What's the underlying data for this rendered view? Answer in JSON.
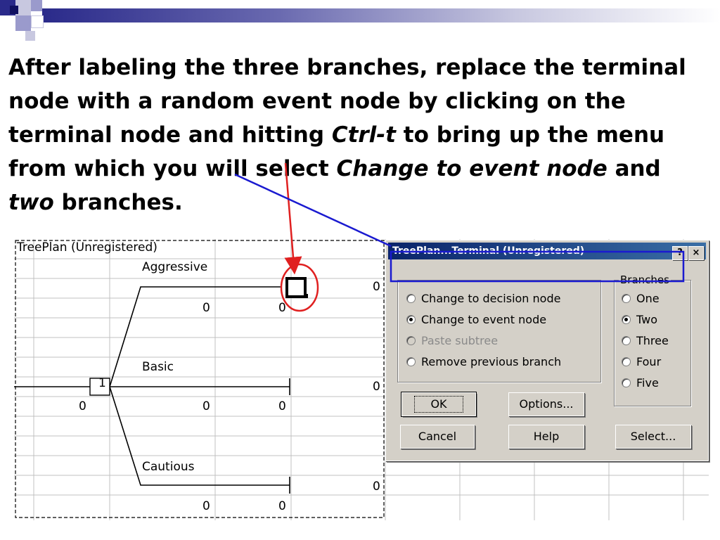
{
  "instruction": {
    "part1": "After labeling the three branches, replace the terminal node with a random event node by clicking on the terminal node and hitting ",
    "ctrl_t": "Ctrl-t",
    "part2": " to bring up the menu from which you will select ",
    "change_to_event": "Change to event node",
    "and": " and ",
    "two": "two",
    "part3": " branches."
  },
  "sheet": {
    "title": "TreePlan (Unregistered)",
    "decision_node_label": "1",
    "root_value": "0",
    "branches": [
      {
        "name": "Aggressive",
        "cost": "0",
        "value": "0",
        "payoff": "0"
      },
      {
        "name": "Basic",
        "cost": "0",
        "value": "0",
        "payoff": "0"
      },
      {
        "name": "Cautious",
        "cost": "0",
        "value": "0",
        "payoff": "0"
      }
    ]
  },
  "dialog": {
    "title": "TreePlan...Terminal  (Unregistered)",
    "help_button": "?",
    "close_button": "×",
    "actions": [
      {
        "label": "Change to decision node",
        "selected": false,
        "disabled": false
      },
      {
        "label": "Change to event node",
        "selected": true,
        "disabled": false
      },
      {
        "label": "Paste subtree",
        "selected": false,
        "disabled": true
      },
      {
        "label": "Remove previous branch",
        "selected": false,
        "disabled": false
      }
    ],
    "branches_legend": "Branches",
    "branch_options": [
      {
        "label": "One",
        "selected": false
      },
      {
        "label": "Two",
        "selected": true
      },
      {
        "label": "Three",
        "selected": false
      },
      {
        "label": "Four",
        "selected": false
      },
      {
        "label": "Five",
        "selected": false
      }
    ],
    "buttons": {
      "ok": "OK",
      "options": "Options...",
      "cancel": "Cancel",
      "help": "Help",
      "select": "Select..."
    }
  },
  "colors": {
    "arrow_red": "#e02020",
    "highlight_blue": "#1a1ad0",
    "title_bar": "#0a246a"
  }
}
